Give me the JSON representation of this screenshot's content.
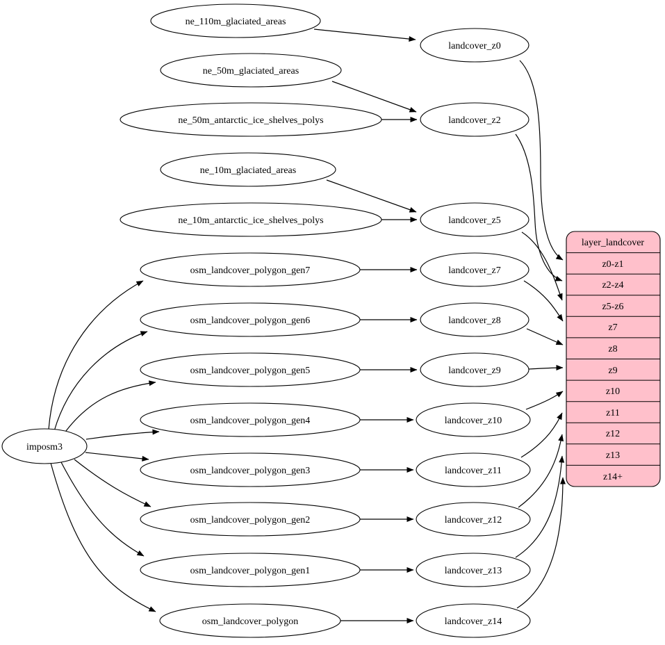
{
  "diagram": {
    "kind": "dataflow-graph",
    "background": "#ffffff"
  },
  "colors": {
    "table_fill": "#ffc0cb",
    "node_fill": "#ffffff",
    "edge_stroke": "#000000"
  },
  "nodes": {
    "imposm3": "imposm3",
    "ne_110m_glaciated_areas": "ne_110m_glaciated_areas",
    "ne_50m_glaciated_areas": "ne_50m_glaciated_areas",
    "ne_50m_antarctic_ice_shelves_polys": "ne_50m_antarctic_ice_shelves_polys",
    "ne_10m_glaciated_areas": "ne_10m_glaciated_areas",
    "ne_10m_antarctic_ice_shelves_polys": "ne_10m_antarctic_ice_shelves_polys",
    "osm_landcover_polygon_gen7": "osm_landcover_polygon_gen7",
    "osm_landcover_polygon_gen6": "osm_landcover_polygon_gen6",
    "osm_landcover_polygon_gen5": "osm_landcover_polygon_gen5",
    "osm_landcover_polygon_gen4": "osm_landcover_polygon_gen4",
    "osm_landcover_polygon_gen3": "osm_landcover_polygon_gen3",
    "osm_landcover_polygon_gen2": "osm_landcover_polygon_gen2",
    "osm_landcover_polygon_gen1": "osm_landcover_polygon_gen1",
    "osm_landcover_polygon": "osm_landcover_polygon",
    "landcover_z0": "landcover_z0",
    "landcover_z2": "landcover_z2",
    "landcover_z5": "landcover_z5",
    "landcover_z7": "landcover_z7",
    "landcover_z8": "landcover_z8",
    "landcover_z9": "landcover_z9",
    "landcover_z10": "landcover_z10",
    "landcover_z11": "landcover_z11",
    "landcover_z12": "landcover_z12",
    "landcover_z13": "landcover_z13",
    "landcover_z14": "landcover_z14"
  },
  "table": {
    "title": "layer_landcover",
    "rows": [
      "z0-z1",
      "z2-z4",
      "z5-z6",
      "z7",
      "z8",
      "z9",
      "z10",
      "z11",
      "z12",
      "z13",
      "z14+"
    ]
  }
}
